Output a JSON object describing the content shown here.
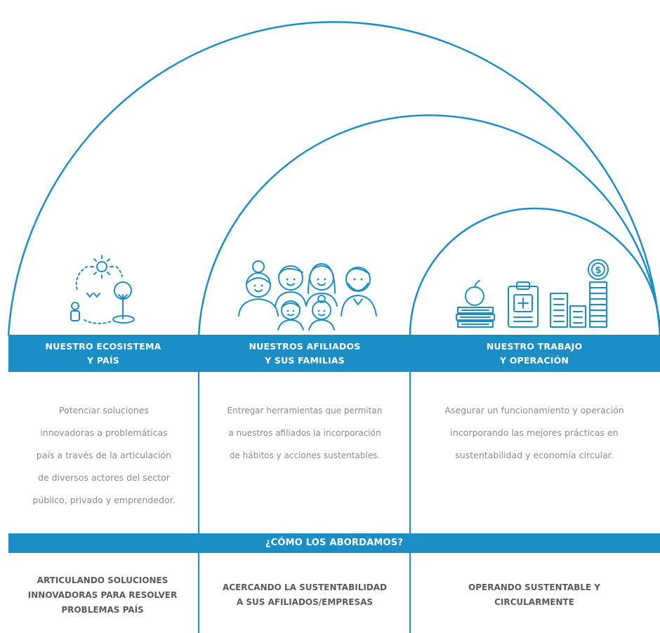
{
  "accent_color": "#1a8ec5",
  "columns": [
    {
      "title_line1": "NUESTRO ECOSISTEMA",
      "title_line2": "Y PAÍS",
      "icon": "ecosystem-sun-tree-person-icon",
      "description": [
        "Potenciar soluciones",
        "innovadoras a problemáticas",
        "país a través de la articulación",
        "de diversos actores del sector",
        "público, privado y emprendedor."
      ],
      "approach": [
        "ARTICULANDO SOLUCIONES",
        "INNOVADORAS PARA RESOLVER",
        "PROBLEMAS PAÍS"
      ]
    },
    {
      "title_line1": "NUESTROS AFILIADOS",
      "title_line2": "Y SUS FAMILIAS",
      "icon": "family-group-icon",
      "description": [
        "Entregar herramientas que permitan",
        "a nuestros afiliados  la incorporación",
        "de hábitos y acciones sustentables."
      ],
      "approach": [
        "ACERCANDO LA SUSTENTABILIDAD",
        "A SUS AFILIADOS/EMPRESAS"
      ]
    },
    {
      "title_line1": "NUESTRO TRABAJO",
      "title_line2": "Y OPERACIÓN",
      "icon": "operations-books-clipboard-buildings-coins-icon",
      "description": [
        "Asegurar un funcionamiento y operación",
        "incorporando las mejores prácticas en",
        "sustentabilidad y economía circular."
      ],
      "approach": [
        "OPERANDO SUSTENTABLE Y",
        "CIRCULARMENTE"
      ]
    }
  ],
  "how_banner": "¿CÓMO LOS ABORDAMOS?"
}
